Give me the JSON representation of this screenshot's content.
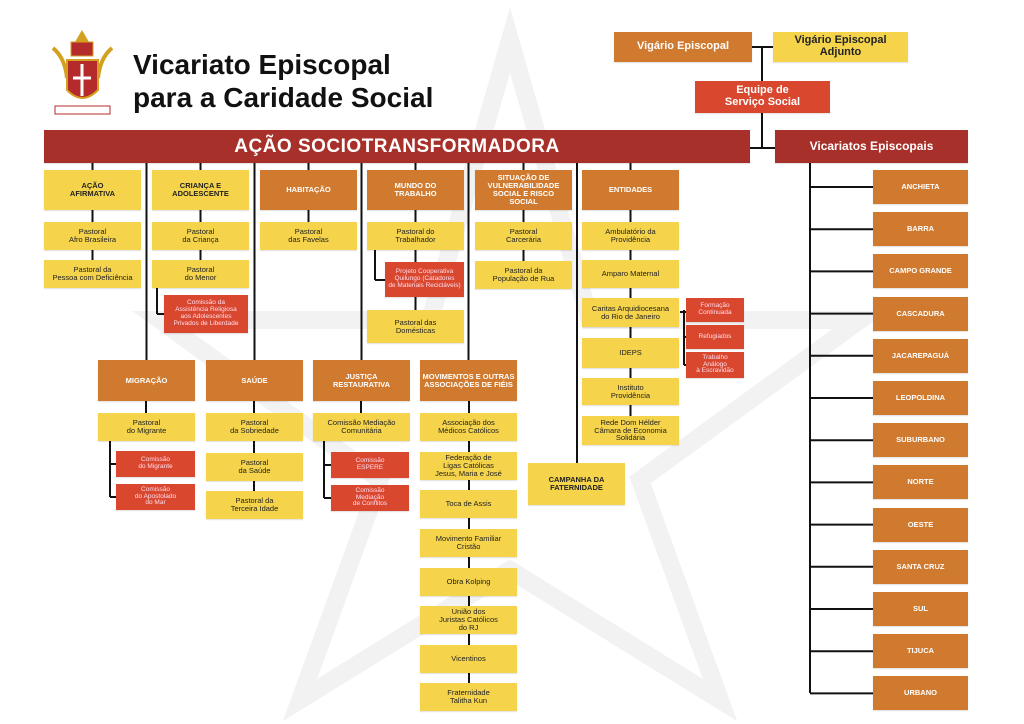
{
  "header": {
    "title_line1": "Vicariato Episcopal",
    "title_line2": "para a Caridade Social"
  },
  "leadership": {
    "vigario": "Vigário Episcopal",
    "adjunto": "Vigário Episcopal\nAdjunto",
    "equipe": "Equipe de\nServiço Social"
  },
  "main_bar": "AÇÃO SOCIOTRANSFORMADORA",
  "areas": [
    {
      "label": "AÇÃO\nAFIRMATIVA",
      "items": [
        "Pastoral\nAfro Brasileira",
        "Pastoral da\nPessoa com Deficiência"
      ]
    },
    {
      "label": "CRIANÇA E\nADOLESCENTE",
      "items": [
        "Pastoral\nda Criança",
        "Pastoral\ndo Menor"
      ],
      "subs": [
        "Comissão da\nAssistência Religiosa\naos Adolescentes\nPrivados de Liberdade"
      ]
    },
    {
      "label": "HABITAÇÃO",
      "items": [
        "Pastoral\ndas Favelas"
      ]
    },
    {
      "label": "MUNDO DO\nTRABALHO",
      "items": [
        "Pastoral do\nTrabalhador",
        "Pastoral das\nDomésticas"
      ],
      "subs": [
        "Projeto Cooperativa\nQuilungo (Catadores\nde Materiais Recicláveis)"
      ]
    },
    {
      "label": "SITUAÇÃO DE\nVULNERABILIDADE\nSOCIAL E RISCO\nSOCIAL",
      "items": [
        "Pastoral\nCarcerária",
        "Pastoral da\nPopulação de Rua"
      ]
    },
    {
      "label": "ENTIDADES",
      "items": [
        "Ambulatório da\nProvidência",
        "Amparo Maternal",
        "Caritas Arquidiocesana\ndo Rio de Janeiro",
        "IDEPS",
        "Instituto\nProvidência",
        "Rede Dom Hélder\nCâmara de Economia\nSolidária"
      ],
      "subs": [
        "Formação\nContinuada",
        "Refugiados",
        "Trabalho\nAnálogo\nà Escravidão"
      ]
    },
    {
      "label": "MIGRAÇÃO",
      "items": [
        "Pastoral\ndo Migrante"
      ],
      "subs": [
        "Comissão\ndo Migrante",
        "Comissão\ndo Apostolado\ndo Mar"
      ]
    },
    {
      "label": "SAÚDE",
      "items": [
        "Pastoral\nda Sobriedade",
        "Pastoral\nda Saúde",
        "Pastoral da\nTerceira Idade"
      ]
    },
    {
      "label": "JUSTIÇA\nRESTAURATIVA",
      "items": [
        "Comissão Mediação\nComunitária"
      ],
      "subs": [
        "Comissão\nESPERE",
        "Comissão\nMediação\nde Conflitos"
      ]
    },
    {
      "label": "MOVIMENTOS E OUTRAS\nASSOCIAÇÕES DE FIÉIS",
      "items": [
        "Associação dos\nMédicos Católicos",
        "Federação de\nLigas Católicas\nJesus, Maria e José",
        "Toca de Assis",
        "Movimento Familiar\nCristão",
        "Obra Kolping",
        "União dos\nJuristas Católicos\ndo RJ",
        "Vicentinos",
        "Fraternidade\nTalitha Kun"
      ]
    },
    {
      "label": "CAMPANHA DA\nFATERNIDADE",
      "items": []
    }
  ],
  "vicariatos": {
    "title": "Vicariatos Episcopais",
    "items": [
      "ANCHIETA",
      "BARRA",
      "CAMPO GRANDE",
      "CASCADURA",
      "JACAREPAGUÁ",
      "LEOPOLDINA",
      "SUBURBANO",
      "NORTE",
      "OESTE",
      "SANTA CRUZ",
      "SUL",
      "TIJUCA",
      "URBANO"
    ]
  },
  "colors": {
    "yellow": "#f5d44c",
    "orange": "#d07a30",
    "red": "#d9472e",
    "dark_red": "#a8302a"
  }
}
